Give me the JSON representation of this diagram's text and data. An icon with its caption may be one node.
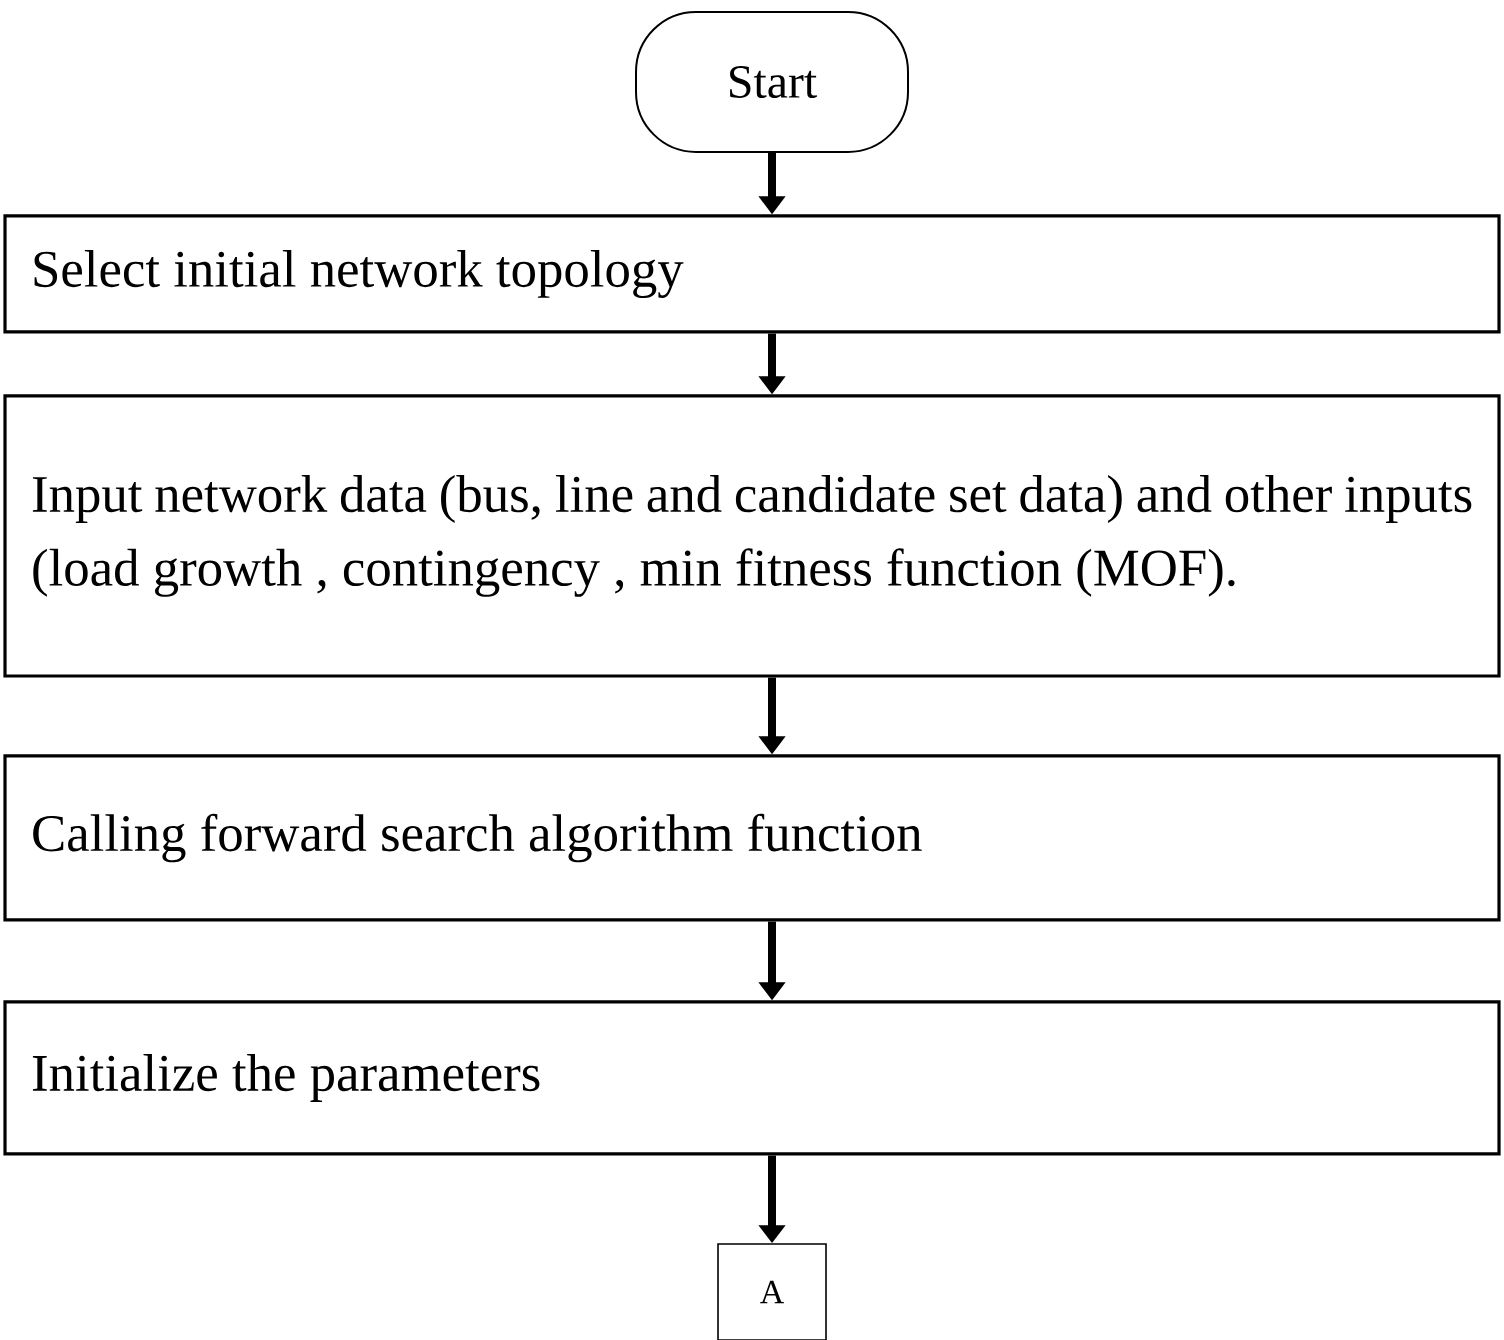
{
  "diagram": {
    "nodes": [
      {
        "text": [
          "Start"
        ]
      },
      {
        "text": [
          "Select initial network topology"
        ]
      },
      {
        "text": [
          "Input network data (bus, line and candidate set data) and other inputs (load growth , contingency , min fitness function (MOF)."
        ]
      },
      {
        "text": [
          "Calling forward search algorithm function"
        ]
      },
      {
        "text": [
          "Initialize the parameters"
        ]
      },
      {
        "text": [
          "A"
        ]
      }
    ],
    "edges": [
      {
        "from": 0,
        "to": 1,
        "arrow": "to"
      },
      {
        "from": 1,
        "to": 2,
        "arrow": "to"
      },
      {
        "from": 2,
        "to": 3,
        "arrow": "to"
      },
      {
        "from": 3,
        "to": 4,
        "arrow": "to"
      },
      {
        "from": 4,
        "to": 5,
        "arrow": "to"
      }
    ]
  }
}
